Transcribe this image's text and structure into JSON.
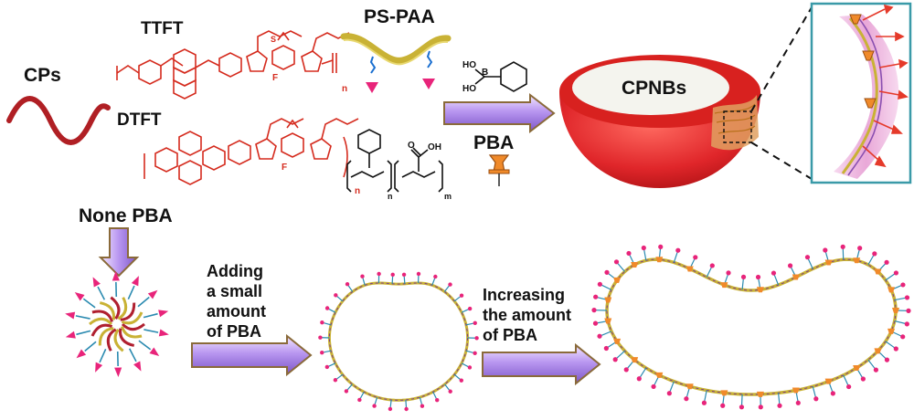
{
  "labels": {
    "cps": "CPs",
    "ttft": "TTFT",
    "dtft": "DTFT",
    "ps_paa": "PS-PAA",
    "pba": "PBA",
    "cpnbs": "CPNBs",
    "none_pba": "None PBA",
    "step_small": [
      "Adding",
      "a   small",
      "amount",
      "of PBA"
    ],
    "step_increase": [
      "Increasing",
      "the amount",
      "of PBA"
    ]
  },
  "chem": {
    "n": "n",
    "m": "m",
    "f": "F",
    "s": "S",
    "n_atom": "N",
    "ho": "HO",
    "b": "B",
    "o": "O",
    "oh": "OH"
  },
  "colors": {
    "polymer_red": "#d52b1e",
    "sphere_red": "#e0262a",
    "sphere_core": "#f4f4ee",
    "arrow_purple": "#a98be0",
    "arrow_border": "#8a6a3a",
    "helix_gold": "#c9b235",
    "pushpin_orange": "#f08a2a",
    "marker_pink": "#e8247a",
    "inset_border": "#3a9aa8"
  }
}
